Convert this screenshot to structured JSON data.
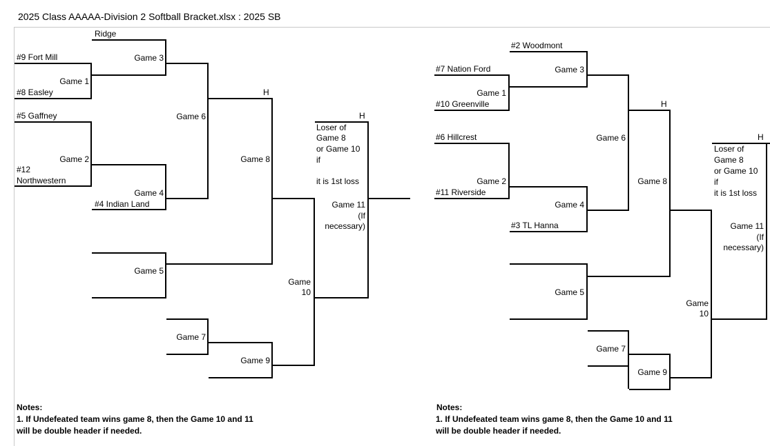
{
  "window_title": "2025 Class AAAAA-Division 2 Softball Bracket.xlsx : 2025 SB",
  "left": {
    "teams": {
      "ridge": "Ridge",
      "fort_mill": "#9 Fort Mill",
      "easley": "#8 Easley",
      "gaffney": "#5 Gaffney",
      "northwestern_1": "#12",
      "northwestern_2": "Northwestern",
      "indian_land": "#4 Indian Land"
    },
    "games": {
      "g1": "Game 1",
      "g2": "Game 2",
      "g3": "Game 3",
      "g4": "Game 4",
      "g5": "Game 5",
      "g6": "Game 6",
      "g7": "Game 7",
      "g8": "Game 8",
      "g9": "Game 9",
      "g10a": "Game",
      "g10b": "10",
      "g11a": "Game 11",
      "g11b": "(If",
      "g11c": "necessary)"
    },
    "home1": "H",
    "home2": "H",
    "loser": [
      "Loser of",
      "Game 8",
      "or Game 10",
      "if",
      "it is 1st loss"
    ],
    "notes_title": "Notes:",
    "notes_1": "1. If Undefeated team wins game 8, then the Game 10 and 11",
    "notes_2": "will be double header if needed."
  },
  "right": {
    "teams": {
      "woodmont": "#2 Woodmont",
      "nation_ford": "#7 Nation Ford",
      "greenville": "#10 Greenville",
      "hillcrest": "#6 Hillcrest",
      "riverside": "#11 Riverside",
      "tl_hanna": "#3 TL Hanna"
    },
    "games": {
      "g1": "Game 1",
      "g2": "Game 2",
      "g3": "Game 3",
      "g4": "Game 4",
      "g5": "Game 5",
      "g6": "Game 6",
      "g7": "Game 7",
      "g8": "Game 8",
      "g9": "Game 9",
      "g10a": "Game",
      "g10b": "10",
      "g11a": "Game 11",
      "g11b": "(If",
      "g11c": "necessary)"
    },
    "home1": "H",
    "home2": "H",
    "loser": [
      "Loser of",
      "Game 8",
      "or Game 10",
      "if",
      "it is 1st loss"
    ],
    "notes_title": "Notes:",
    "notes_1": "1. If Undefeated team wins game 8, then the Game 10 and 11",
    "notes_2": "will be double header if needed."
  }
}
